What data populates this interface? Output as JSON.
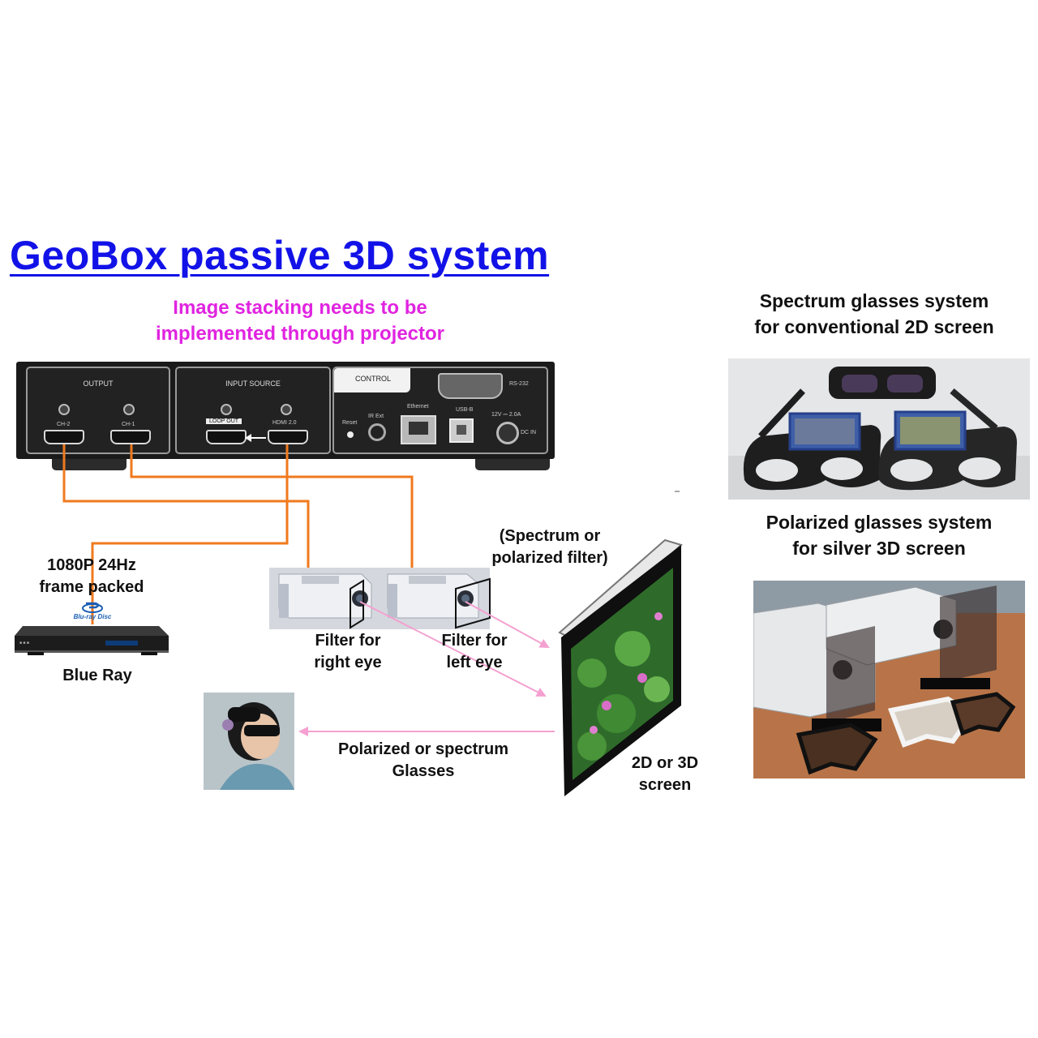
{
  "title": "GeoBox passive 3D system",
  "subtitle": [
    "Image stacking needs to be",
    "implemented through projector"
  ],
  "device": {
    "sections": {
      "output": "OUTPUT",
      "input": "INPUT SOURCE",
      "control": "CONTROL"
    },
    "ports": {
      "ch2": "CH-2",
      "ch1": "CH-1",
      "loop_out": "LOOP OUT",
      "hdmi": "HDMI 2.0",
      "reset": "Reset",
      "ir": "IR Ext",
      "ethernet": "Ethernet",
      "usb": "USB-B",
      "power": "12V ⎓ 2.0A",
      "dc_in": "DC IN",
      "rs232": "RS-232"
    }
  },
  "labels": {
    "signal": [
      "1080P 24Hz",
      "frame packed"
    ],
    "bluray": "Blue Ray",
    "bluray_logo": "Blu-ray Disc",
    "filter_note": [
      "(Spectrum or",
      "polarized filter)"
    ],
    "filter_right": [
      "Filter for",
      "right eye"
    ],
    "filter_left": [
      "Filter for",
      "left eye"
    ],
    "glasses": [
      "Polarized or spectrum",
      "Glasses"
    ],
    "screen": [
      "2D or 3D",
      "screen"
    ],
    "spectrum_system": [
      "Spectrum glasses system",
      "for conventional 2D screen"
    ],
    "polarized_system": [
      "Polarized glasses system",
      "for silver 3D screen"
    ]
  },
  "colors": {
    "title": "#1212e8",
    "subtitle": "#e024e0",
    "cable": "#f07a1e",
    "light_arrow": "#f4a0d0"
  }
}
